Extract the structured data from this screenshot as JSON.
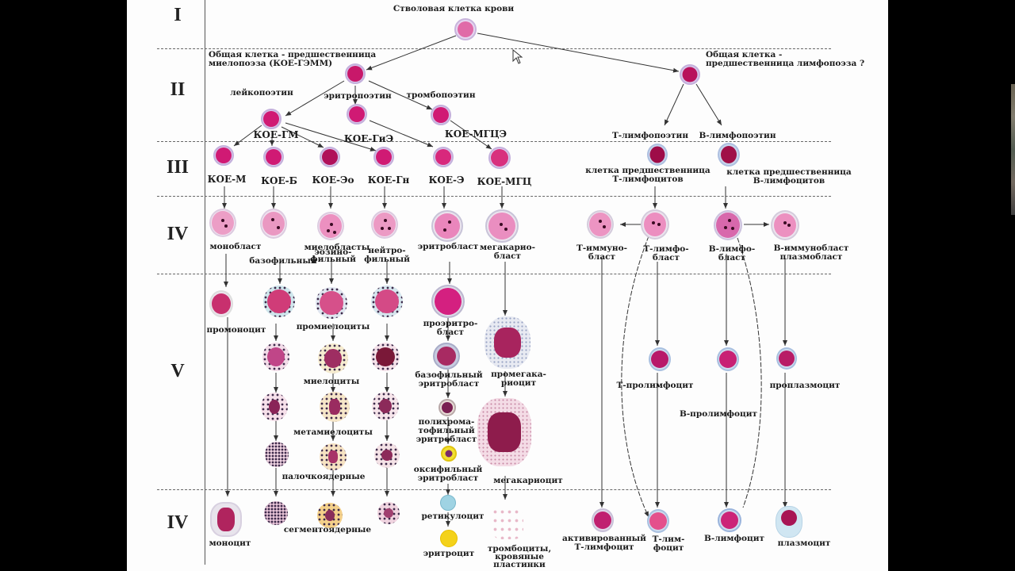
{
  "diagram": {
    "title": "Схема кроветворения",
    "stages": [
      "I",
      "II",
      "III",
      "IV",
      "V",
      "IV"
    ],
    "stage_I": {
      "stem_cell": "Стволовая клетка крови"
    },
    "stage_II": {
      "myelo_precursor": "Общая клетка - предшественница миелопоэза (КОЕ-ГЭММ)",
      "myelo_precursor_line1": "Общая клетка - предшественница",
      "myelo_precursor_line2": "миелопоэза (КОЕ-ГЭММ)",
      "lympho_precursor_line1": "Общая клетка -",
      "lympho_precursor_line2": "предшественница лимфопоэза ?",
      "factors": [
        "лейкопоэтин",
        "эритропоэтин",
        "тромбопоэтин"
      ],
      "colonies": [
        "КОЕ-ГМ",
        "КОЕ-ГиЭ",
        "КОЕ-МГЦЭ"
      ],
      "lympho_factors": [
        "Т-лимфопоэтин",
        "В-лимфопоэтин"
      ]
    },
    "stage_III": {
      "colonies": [
        "КОЕ-М",
        "КОЕ-Б",
        "КОЕ-Эо",
        "КОЕ-Гн",
        "КОЕ-Э",
        "КОЕ-МГЦ"
      ],
      "t_precursor_line1": "клетка предшественница",
      "t_precursor_line2": "Т-лимфоцитов",
      "b_precursor_line1": "клетка предшественница",
      "b_precursor_line2": "В-лимфоцитов"
    },
    "stage_IV": {
      "monoblast": "монобласт",
      "myeloblasts": "миелобласты",
      "basophilic": "базофильный",
      "eosinophilic_1": "эозино-",
      "eosinophilic_2": "фильный",
      "neutrophilic_1": "нейтро-",
      "neutrophilic_2": "фильный",
      "erythroblast": "эритробласт",
      "megakaryoblast_1": "мегакарио-",
      "megakaryoblast_2": "бласт",
      "t_immunoblast_1": "Т-иммуно-",
      "t_immunoblast_2": "бласт",
      "t_lymphoblast_1": "Т-лимфо-",
      "t_lymphoblast_2": "бласт",
      "b_lymphoblast_1": "В-лимфо-",
      "b_lymphoblast_2": "бласт",
      "b_immunoblast_1": "В-иммунобласт",
      "b_immunoblast_2": "плазмобласт"
    },
    "stage_V": {
      "promonocyte": "промоноцит",
      "promyelocytes": "промиелоциты",
      "myelocytes": "миелоциты",
      "metamyelocytes": "метамиелоциты",
      "band": "палочкоядерные",
      "proerythroblast_1": "проэритро-",
      "proerythroblast_2": "бласт",
      "basophilic_erythroblast_1": "базофильный",
      "basophilic_erythroblast_2": "эритробласт",
      "polychromatophilic_1": "полихрома-",
      "polychromatophilic_2": "тофильный",
      "polychromatophilic_3": "эритробласт",
      "oxyphilic_1": "оксифильный",
      "oxyphilic_2": "эритробласт",
      "promegakaryocyte_1": "промегака-",
      "promegakaryocyte_2": "риоцит",
      "megakaryocyte": "мегакариоцит",
      "t_prolymphocyte": "Т-пролимфоцит",
      "b_prolymphocyte": "В-пролимфоцит",
      "proplasmocyte": "проплазмоцит"
    },
    "stage_VI": {
      "monocyte": "моноцит",
      "segmented": "сегментоядерные",
      "reticulocyte": "ретикулоцит",
      "erythrocyte": "эритроцит",
      "platelets_1": "тромбоциты,",
      "platelets_2": "кровяные",
      "platelets_3": "пластинки",
      "activated_t_1": "активированный",
      "activated_t_2": "Т-лимфоцит",
      "t_lymphocyte_1": "Т-лим-",
      "t_lymphocyte_2": "фоцит",
      "b_lymphocyte": "В-лимфоцит",
      "plasmocyte": "плазмоцит"
    }
  },
  "colors": {
    "nucleus_magenta": "#c8206e",
    "cytoplasm_pink": "#f2b8d2",
    "halo_lilac": "#d8c4e8",
    "reticulocyte_blue": "#9fd3e3",
    "erythrocyte_yellow": "#f4d21a",
    "separator": "#666666"
  }
}
